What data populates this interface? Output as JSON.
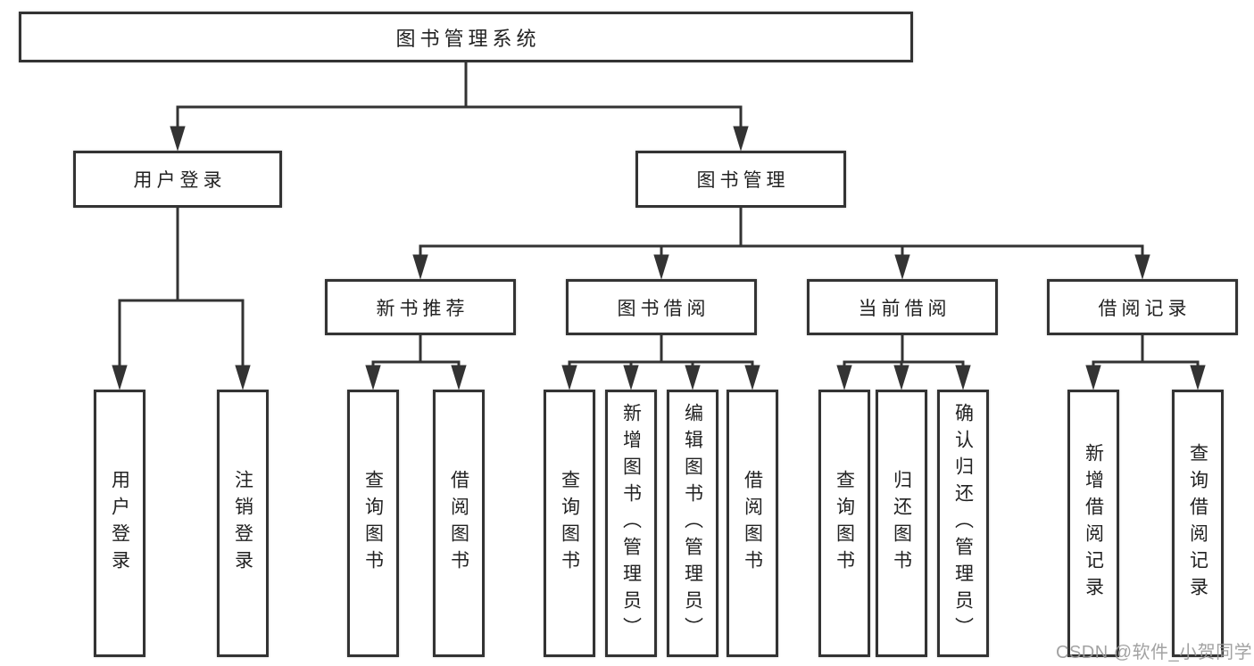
{
  "colors": {
    "line": "#333333",
    "box_border": "#333333",
    "text": "#222222",
    "watermark": "#9b9b9b",
    "background": "#ffffff"
  },
  "tree": {
    "root": "图书管理系统",
    "children": [
      {
        "label": "用户登录",
        "children": [
          "用户登录",
          "注销登录"
        ]
      },
      {
        "label": "图书管理",
        "children": [
          {
            "label": "新书推荐",
            "children": [
              "查询图书",
              "借阅图书"
            ]
          },
          {
            "label": "图书借阅",
            "children": [
              "查询图书",
              "新增图书（管理员）",
              "编辑图书（管理员）",
              "借阅图书"
            ]
          },
          {
            "label": "当前借阅",
            "children": [
              "查询图书",
              "归还图书",
              "确认归还（管理员）"
            ]
          },
          {
            "label": "借阅记录",
            "children": [
              "新增借阅记录",
              "查询借阅记录"
            ]
          }
        ]
      }
    ]
  },
  "watermark": "CSDN @软件_小贺同学"
}
